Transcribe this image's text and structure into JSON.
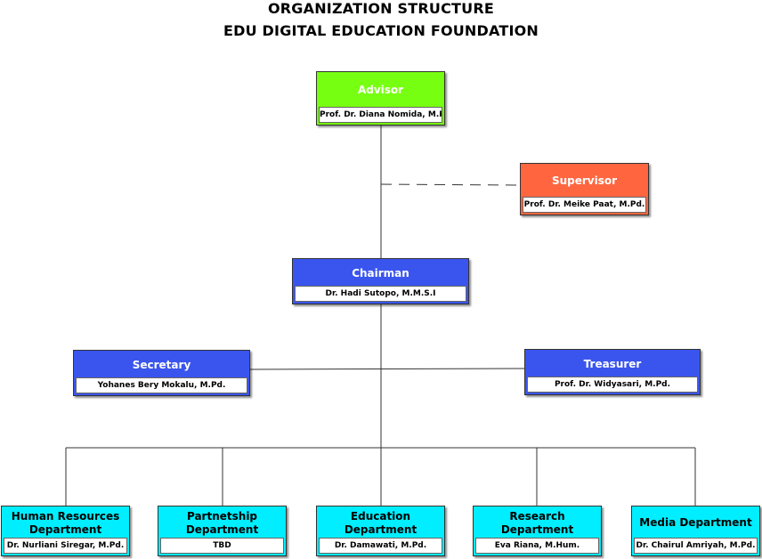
{
  "header": {
    "title_line1": "ORGANIZATION STRUCTURE",
    "title_line2": "EDU DIGITAL EDUCATION FOUNDATION"
  },
  "nodes": {
    "advisor": {
      "role": "Advisor",
      "name": "Prof. Dr. Diana Nomida, M.Pd."
    },
    "supervisor": {
      "role": "Supervisor",
      "name": "Prof. Dr. Meike Paat, M.Pd."
    },
    "chairman": {
      "role": "Chairman",
      "name": "Dr. Hadi Sutopo, M.M.S.I"
    },
    "secretary": {
      "role": "Secretary",
      "name": "Yohanes Bery Mokalu, M.Pd."
    },
    "treasurer": {
      "role": "Treasurer",
      "name": "Prof. Dr. Widyasari, M.Pd."
    },
    "departments": [
      {
        "role": "Human Resources Department",
        "name": "Dr. Nurliani Siregar, M.Pd."
      },
      {
        "role": "Partnetship Department",
        "name": "TBD"
      },
      {
        "role": "Education Department",
        "name": "Dr. Damawati, M.Pd."
      },
      {
        "role": "Research Department",
        "name": "Eva Riana, M.Hum."
      },
      {
        "role": "Media Department",
        "name": "Dr. Chairul Amriyah, M.Pd."
      }
    ]
  },
  "colors": {
    "advisor": "#77ff11",
    "supervisor": "#ff6640",
    "leadership": "#3a55ee",
    "departments": "#00eeff"
  }
}
